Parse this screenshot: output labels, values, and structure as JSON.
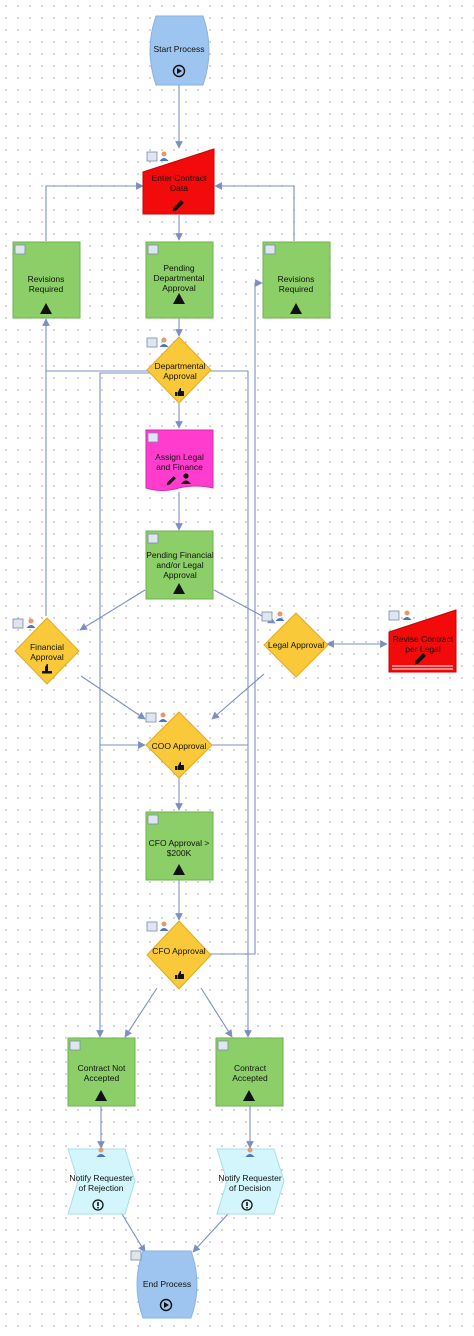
{
  "colors": {
    "start_end": "#9ec5ef",
    "start_end_border": "#8ab3e0",
    "task_green": "#8ccf68",
    "task_green_border": "#6fb24c",
    "decision_yellow": "#f9c93a",
    "decision_border": "#e0ab20",
    "red_task": "#f30a0a",
    "magenta_task": "#ff3cce",
    "notify": "#d2f6fb",
    "connector": "#7b8fc4"
  },
  "nodes": {
    "start": "Start Process",
    "enter_contract": "Enter Contract Data",
    "revisions_left": "Revisions Required",
    "pending_dept": "Pending Departmental Approval",
    "revisions_right": "Revisions Required",
    "dept_approval": "Departmental Approval",
    "assign_legal": "Assign Legal and Finance",
    "pending_fin_legal": "Pending Financial and/or Legal Approval",
    "financial_approval": "Financial Approval",
    "legal_approval": "Legal Approval",
    "revise_contract": "Revise Contract per Legal",
    "coo_approval": "COO Approval",
    "cfo_200k": "CFO Approval > $200K",
    "cfo_approval": "CFO Approval",
    "contract_not_accepted": "Contract Not Accepted",
    "contract_accepted": "Contract Accepted",
    "notify_rejection": "Notify Requester of Rejection",
    "notify_decision": "Notify Requester of Decision",
    "end": "End Process"
  },
  "icons": {
    "start_end": "play-circle-icon",
    "task": "warning-triangle-icon",
    "user_task": "pencil-icon",
    "assign": "pencil-user-icon",
    "decision": "thumbs-up-icon",
    "notify": "info-circle-icon",
    "task_badge": "task-list-icon",
    "assignee_badge": "user-icon"
  }
}
